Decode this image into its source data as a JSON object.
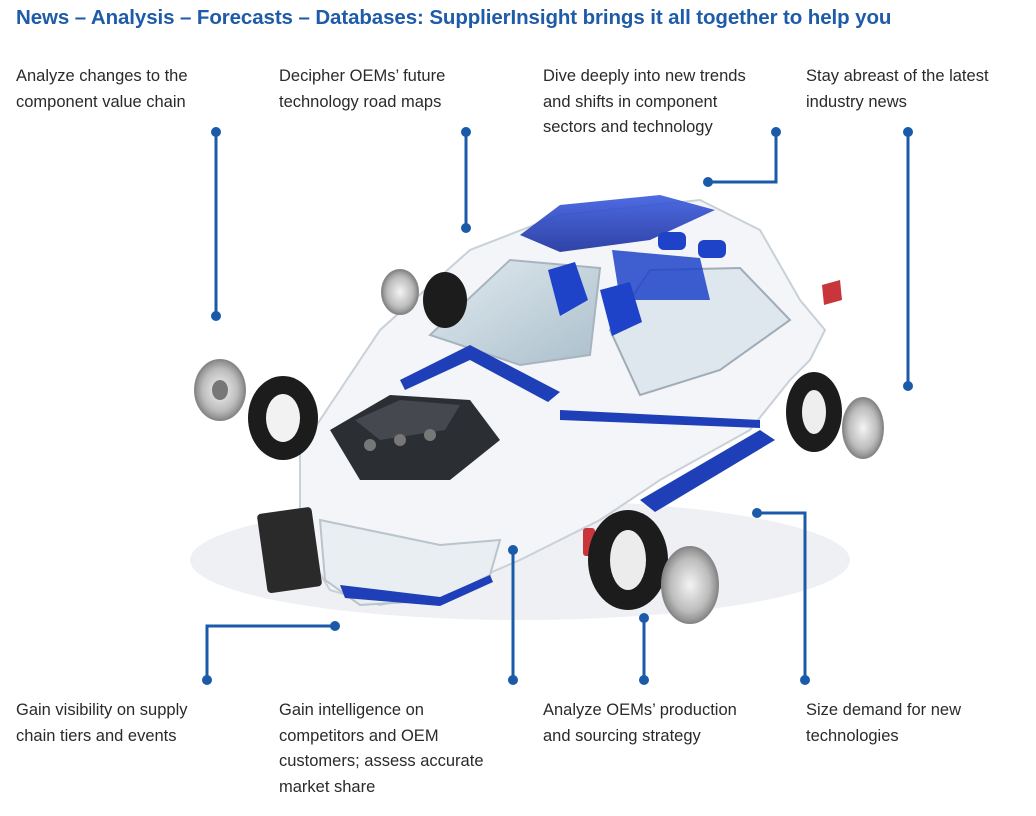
{
  "headline": "News – Analysis – Forecasts – Databases: SupplierInsight brings it all together to help you",
  "callouts_top": [
    {
      "lines": [
        "Analyze changes to the",
        "component value chain"
      ]
    },
    {
      "lines": [
        "Decipher OEMs’ future",
        "technology road maps"
      ]
    },
    {
      "lines": [
        "Dive deeply into new trends",
        "and shifts in component",
        "sectors and technology"
      ]
    },
    {
      "lines": [
        "Stay abreast of the latest",
        "industry news"
      ]
    }
  ],
  "callouts_bottom": [
    {
      "lines": [
        "Gain visibility on supply",
        "chain tiers and events"
      ]
    },
    {
      "lines": [
        "Gain intelligence on",
        "competitors and OEM",
        "customers; assess accurate",
        "market share"
      ]
    },
    {
      "lines": [
        "Analyze OEMs’ production",
        "and sourcing strategy"
      ]
    },
    {
      "lines": [
        "Size demand for new",
        "technologies"
      ]
    }
  ],
  "colors": {
    "accent": "#1e5ba8",
    "leader": "#1a5aa8",
    "car_blue": "#1f3fb8",
    "tire": "#1c1c1c"
  },
  "illustration": "exploded-car-icon"
}
